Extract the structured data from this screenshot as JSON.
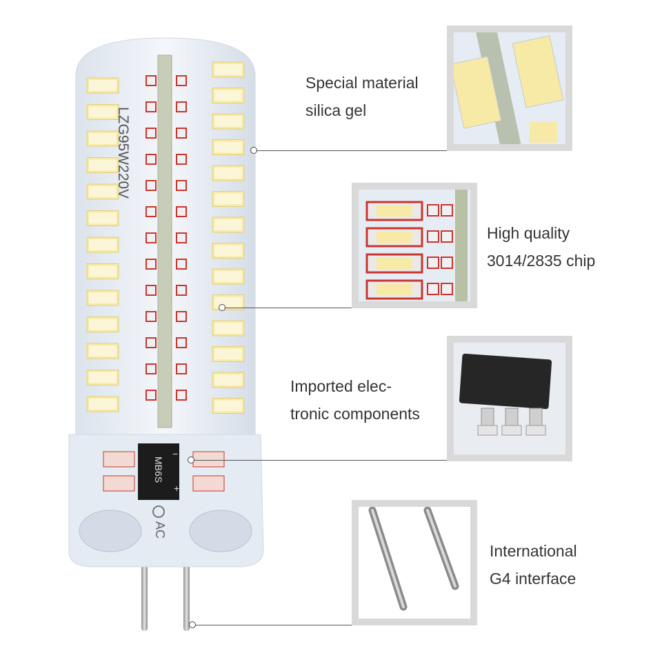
{
  "bulb": {
    "marking": "LZG95W220V",
    "rectifier_marking": "MB6S",
    "base_marking": "AC",
    "minus_sign": "−",
    "plus_sign": "+"
  },
  "callouts": [
    {
      "lines": [
        "Special material",
        "silica gel"
      ]
    },
    {
      "lines": [
        "High quality",
        "3014/2835 chip"
      ]
    },
    {
      "lines": [
        "Imported elec-",
        "tronic components"
      ]
    },
    {
      "lines": [
        "International",
        "G4 interface"
      ]
    }
  ],
  "colors": {
    "led": "#f7e9a6",
    "led_center": "#fbf6d8",
    "led_pad": "#c9352c",
    "silicone": "#e8eef5",
    "frame": "#d9d9d9",
    "leader": "#555555",
    "text": "#333333"
  }
}
